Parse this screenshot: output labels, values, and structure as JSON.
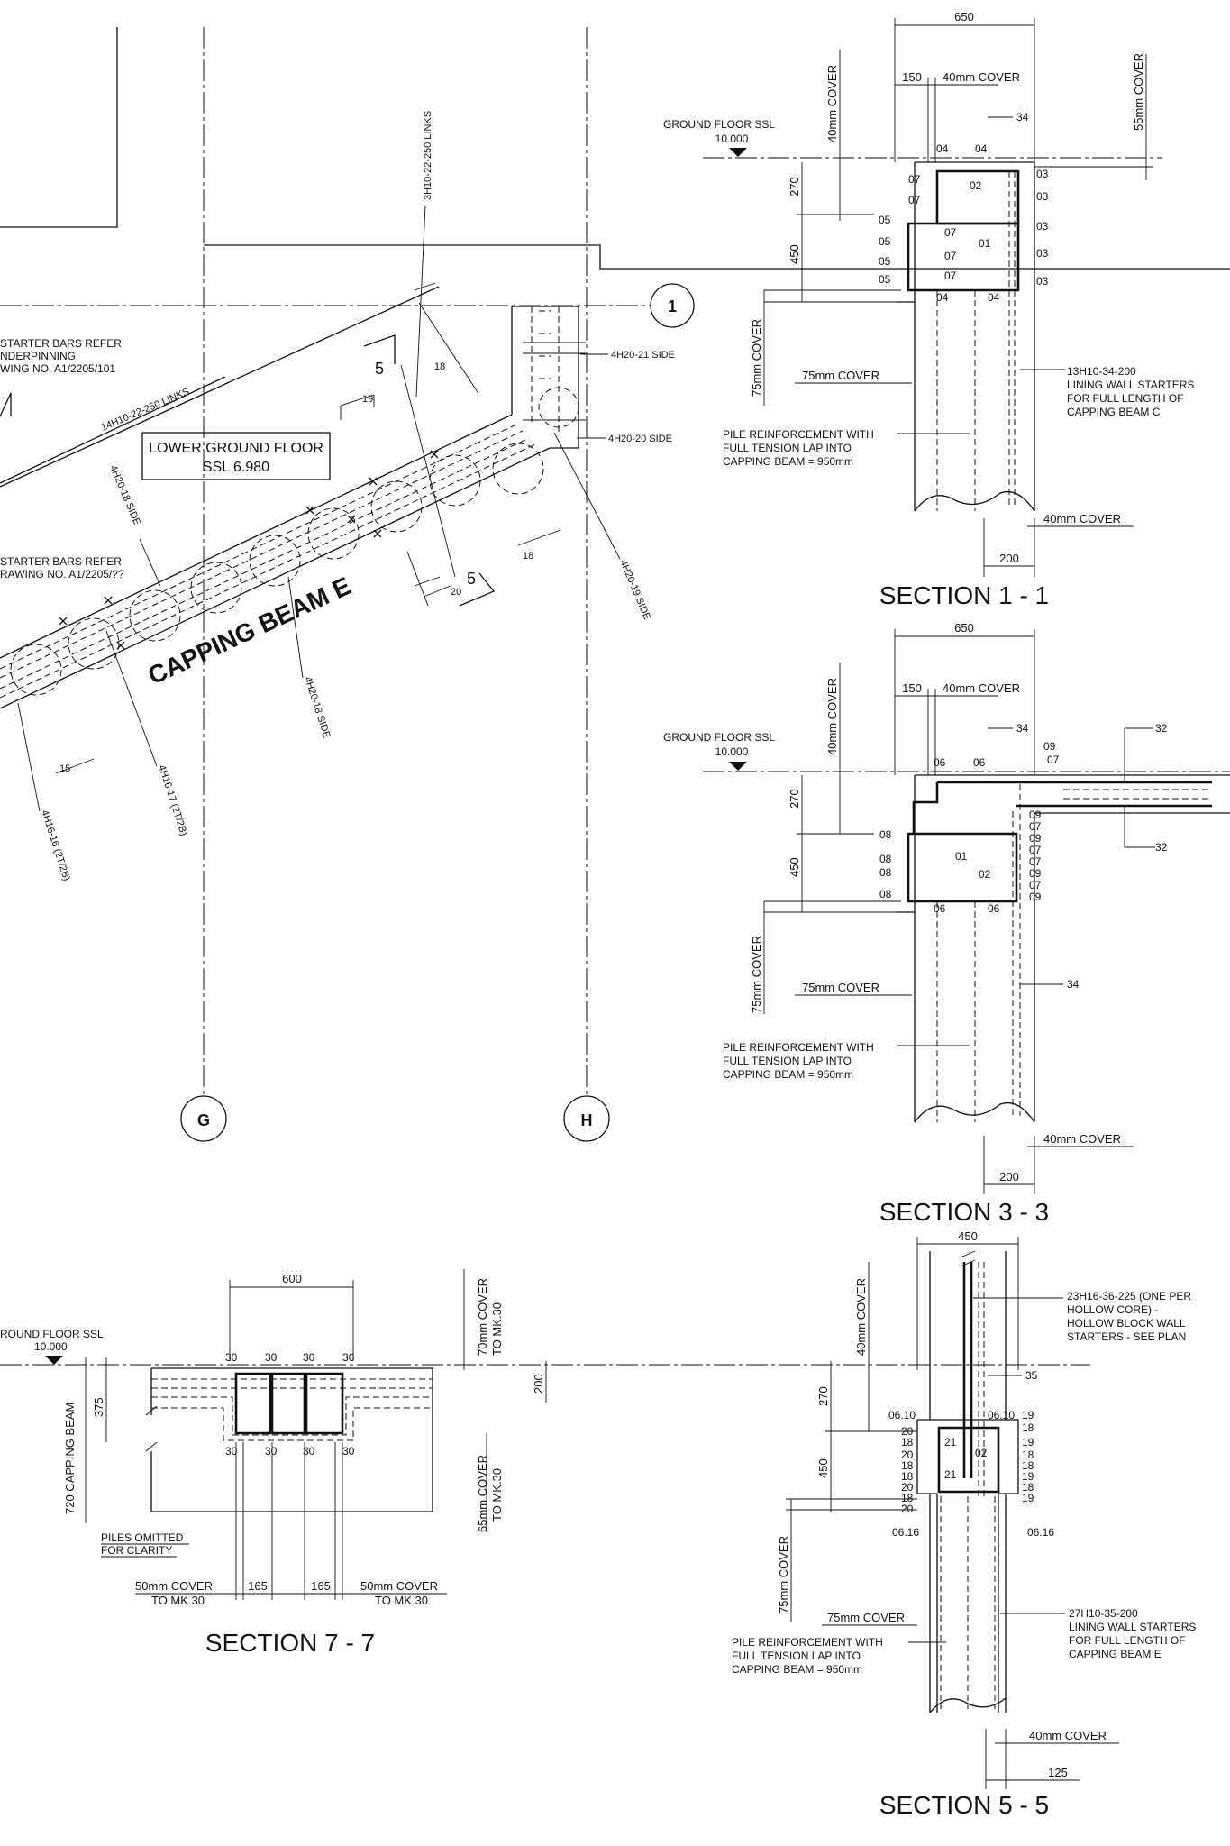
{
  "plan": {
    "grid_g": "G",
    "grid_h": "H",
    "grid_1": "1",
    "beam_title": "CAPPING BEAM E",
    "lower_floor_line1": "LOWER GROUND FLOOR",
    "lower_floor_line2": "SSL 6.980",
    "note1_lines": [
      "STARTER BARS REFER",
      "NDERPINNING",
      "WING NO. A1/2205/101"
    ],
    "note2_lines": [
      "STARTER BARS REFER",
      "RAWING NO. A1/2205/??"
    ],
    "links_label": "14H10-22-250 LINKS",
    "links3_label": "3H10-22-250 LINKS",
    "bar_4h20_21": "4H20-21 SIDE",
    "bar_4h20_20": "4H20-20 SIDE",
    "bar_4h20_19": "4H20-19 SIDE",
    "bar_4h20_18a": "4H20-18 SIDE",
    "bar_4h20_18b": "4H20-18 SIDE",
    "bar_4h16_17": "4H16-17 (2T/2B)",
    "bar_4h16_16": "4H16-16 (2T/2B)",
    "sec_marker": "5",
    "mark_19": "19",
    "mark_18": "18",
    "mark_20": "20",
    "mark_15": "15"
  },
  "section11": {
    "title": "SECTION 1 - 1",
    "dim_650": "650",
    "dim_150": "150",
    "cover_40": "40mm COVER",
    "cover_40v": "40mm COVER",
    "cover_55": "55mm COVER",
    "cover_75": "75mm COVER",
    "cover_75v": "75mm COVER",
    "cover_40b": "40mm COVER",
    "dim_270": "270",
    "dim_450": "450",
    "dim_200": "200",
    "ssl_label": "GROUND FLOOR SSL",
    "ssl_value": "10.000",
    "bar_34": "34",
    "marks_top": [
      "04",
      "04"
    ],
    "marks_left": [
      "07",
      "07",
      "05",
      "05",
      "05",
      "05"
    ],
    "marks_right": [
      "03",
      "03",
      "03",
      "03",
      "03"
    ],
    "marks_inner": [
      "02",
      "07",
      "01",
      "07",
      "07"
    ],
    "marks_bottom": [
      "04",
      "04"
    ],
    "starters_lines": [
      "13H10-34-200",
      "LINING WALL STARTERS",
      "FOR FULL LENGTH OF",
      "CAPPING BEAM C"
    ],
    "pile_lines": [
      "PILE REINFORCEMENT WITH",
      "FULL TENSION LAP INTO",
      "CAPPING BEAM = 950mm"
    ]
  },
  "section33": {
    "title": "SECTION 3 - 3",
    "dim_650": "650",
    "dim_150": "150",
    "cover_40": "40mm COVER",
    "cover_40v": "40mm COVER",
    "cover_75": "75mm COVER",
    "cover_75v": "75mm COVER",
    "cover_40b": "40mm COVER",
    "dim_270": "270",
    "dim_450": "450",
    "dim_200": "200",
    "ssl_label": "GROUND FLOOR SSL",
    "ssl_value": "10.000",
    "bar_34": "34",
    "bar_34b": "34",
    "bar_32a": "32",
    "bar_32b": "32",
    "marks_top": [
      "06",
      "06"
    ],
    "marks_corner": [
      "09",
      "07"
    ],
    "marks_left": [
      "08",
      "08",
      "08",
      "08"
    ],
    "marks_right": [
      "09",
      "07",
      "09",
      "07",
      "07",
      "09",
      "07",
      "09"
    ],
    "marks_inner": [
      "01",
      "02"
    ],
    "marks_bottom": [
      "06",
      "06"
    ],
    "pile_lines": [
      "PILE REINFORCEMENT WITH",
      "FULL TENSION LAP INTO",
      "CAPPING BEAM = 950mm"
    ]
  },
  "section77": {
    "title": "SECTION 7 - 7",
    "dim_600": "600",
    "marks_30_top": [
      "30",
      "30",
      "30",
      "30"
    ],
    "marks_30_bot": [
      "30",
      "30",
      "30",
      "30"
    ],
    "ssl_label": "ROUND FLOOR SSL",
    "ssl_value": "10.000",
    "cover_70": "70mm COVER",
    "cover_70b": "TO MK.30",
    "cover_65": "65mm COVER",
    "cover_65b": "TO MK.30",
    "dim_200": "200",
    "dim_375": "375",
    "dim_720": "720 CAPPING BEAM",
    "piles_omitted_1": "PILES OMITTED",
    "piles_omitted_2": "FOR CLARITY",
    "cover_50a": "50mm COVER",
    "cover_50a2": "TO MK.30",
    "cover_50b": "50mm COVER",
    "cover_50b2": "TO MK.30",
    "dim_165a": "165",
    "dim_165b": "165"
  },
  "section55": {
    "title": "SECTION 5 - 5",
    "dim_450": "450",
    "cover_40v": "40mm COVER",
    "cover_75": "75mm COVER",
    "cover_75v": "75mm COVER",
    "cover_40b": "40mm COVER",
    "dim_270": "270",
    "dim_450v": "450",
    "dim_125": "125",
    "bar_35": "35",
    "core_lines": [
      "23H16-36-225 (ONE PER",
      "HOLLOW CORE) -",
      "HOLLOW BLOCK WALL",
      "STARTERS - SEE PLAN"
    ],
    "starters_lines": [
      "27H10-35-200",
      "LINING WALL STARTERS",
      "FOR FULL LENGTH OF",
      "CAPPING BEAM E"
    ],
    "pile_lines": [
      "PILE REINFORCEMENT WITH",
      "FULL TENSION LAP INTO",
      "CAPPING BEAM = 950mm"
    ],
    "mark_0610a": "06.10",
    "mark_0610b": "06.10",
    "mark_0616a": "06.16",
    "mark_0616b": "06.16",
    "marks_left": [
      "20",
      "18",
      "20",
      "18",
      "18",
      "20",
      "18",
      "20"
    ],
    "marks_right": [
      "19",
      "18",
      "19",
      "18",
      "18",
      "19",
      "18",
      "19"
    ],
    "marks_inner": [
      "21",
      "02",
      "21"
    ]
  }
}
